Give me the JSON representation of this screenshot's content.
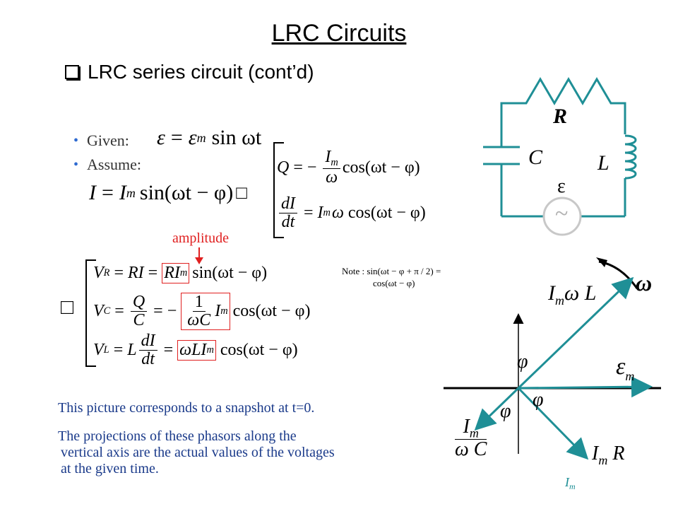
{
  "title": "LRC Circuits",
  "subtitle": "LRC series circuit (cont’d)",
  "given_label": "Given:",
  "assume_label": "Assume:",
  "amplitude_label": "amplitude",
  "note_line1": "Note : sin(ωt − φ + π / 2) =",
  "note_line2": "cos(ωt − φ)",
  "caption1": "This picture corresponds to a snapshot at t=0.",
  "caption2_line1": "The projections of these phasors along the",
  "caption2_line2": "vertical axis are the actual values of the voltages",
  "caption2_line3": "at the given time.",
  "circuit": {
    "R": "R",
    "C": "C",
    "L": "L",
    "emf": "ε",
    "source": "~"
  },
  "phasor": {
    "omega": "ω",
    "ImwL_I": "I",
    "ImwL_m": "m",
    "ImwL_w": "ω",
    "ImwL_L": "L",
    "em_e": "ε",
    "em_m": "m",
    "phi": "φ",
    "ImC_I": "I",
    "ImC_m": "m",
    "ImC_w": "ω",
    "ImC_C": "C",
    "ImR_I": "I",
    "ImR_m": "m",
    "ImR_R": "R",
    "Im_I": "I",
    "Im_m": "m"
  },
  "colors": {
    "teal": "#1f8f96",
    "red": "#e02020",
    "blue": "#1a3a8a",
    "gray": "#b0b0b0"
  },
  "eq": {
    "eps": "ε",
    "epsm": "ε",
    "m": "m",
    "sinwt": "sin ωt",
    "I": "I",
    "Im": "I",
    "sin_wt_phi": "sin(ωt − φ)",
    "sq": "□",
    "Q": "Q",
    "cos_wt_phi": "cos(ωt − φ)",
    "dI": "dI",
    "dt": "dt",
    "omega": "ω",
    "VR": "V",
    "R": "R",
    "VRsub": "R",
    "RI": "RI",
    "RIm": "RI",
    "VC": "V",
    "VCsub": "C",
    "C": "C",
    "one": "1",
    "wC": "ωC",
    "VL": "V",
    "VLsub": "L",
    "L": "L",
    "wLIm": "ωLI",
    "therefore": "□"
  }
}
